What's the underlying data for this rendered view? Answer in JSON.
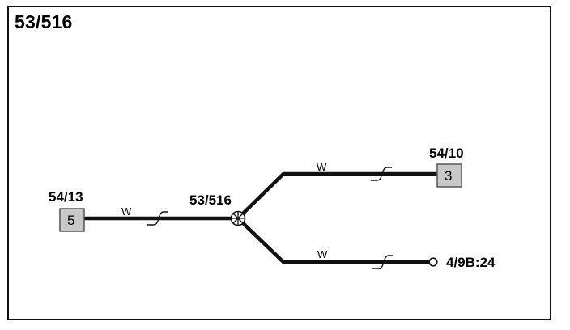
{
  "title": "53/516",
  "colors": {
    "wire": "#111111",
    "connector_fill": "#c8c8c8",
    "connector_border": "#555555",
    "background": "#ffffff"
  },
  "splice": {
    "label": "53/516",
    "icon": "splice-icon"
  },
  "connectors": [
    {
      "id": "54/13",
      "label": "54/13",
      "pin": "5"
    },
    {
      "id": "54/10",
      "label": "54/10",
      "pin": "3"
    }
  ],
  "terminal": {
    "label": "4/9B:24",
    "icon": "open-circle-terminal-icon"
  },
  "wires": [
    {
      "from": "54/13",
      "to": "53/516",
      "color_code": "W",
      "break_symbol": "wire-break-icon"
    },
    {
      "from": "53/516",
      "to": "54/10",
      "color_code": "W",
      "break_symbol": "wire-break-icon"
    },
    {
      "from": "53/516",
      "to": "4/9B:24",
      "color_code": "W",
      "break_symbol": "wire-break-icon"
    }
  ]
}
